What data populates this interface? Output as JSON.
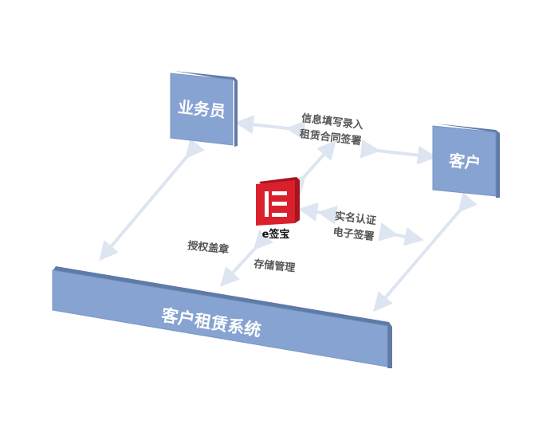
{
  "nodes": {
    "salesperson": "业务员",
    "customer": "客户",
    "system": "客户租赁系统",
    "esign_logo": "e签宝"
  },
  "edges": {
    "sales_customer": [
      "信息填写录入",
      "租赁合同签署"
    ],
    "esign_customer": [
      "实名认证",
      "电子签署"
    ],
    "sales_system": "授权盖章",
    "esign_system": "存储管理"
  },
  "colors": {
    "box": "#87a3d1",
    "box_edge": "#5f7aa6",
    "arrow": "#dde5f1",
    "logo": "#d9202c",
    "text": "#555555"
  }
}
